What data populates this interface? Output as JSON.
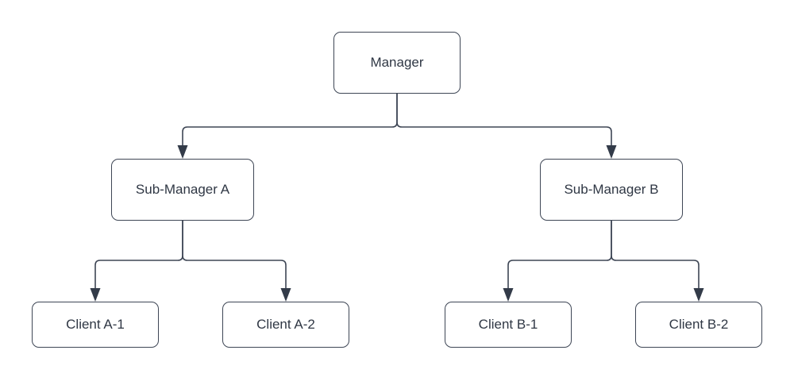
{
  "diagram": {
    "type": "org-chart-tree",
    "colors": {
      "background": "#ffffff",
      "node_fill": "#ffffff",
      "node_border": "#3e4655",
      "edge_stroke": "#3e4655",
      "arrowhead_fill": "#333b49",
      "text": "#2f3744"
    },
    "nodes": {
      "manager": {
        "label": "Manager"
      },
      "sub_a": {
        "label": "Sub-Manager A"
      },
      "sub_b": {
        "label": "Sub-Manager B"
      },
      "client_a1": {
        "label": "Client A-1"
      },
      "client_a2": {
        "label": "Client A-2"
      },
      "client_b1": {
        "label": "Client B-1"
      },
      "client_b2": {
        "label": "Client B-2"
      }
    },
    "edges": [
      {
        "from": "Manager",
        "to": "Sub-Manager A",
        "arrow": "triangle"
      },
      {
        "from": "Manager",
        "to": "Sub-Manager B",
        "arrow": "triangle"
      },
      {
        "from": "Sub-Manager A",
        "to": "Client A-1",
        "arrow": "triangle"
      },
      {
        "from": "Sub-Manager A",
        "to": "Client A-2",
        "arrow": "triangle"
      },
      {
        "from": "Sub-Manager B",
        "to": "Client B-1",
        "arrow": "triangle"
      },
      {
        "from": "Sub-Manager B",
        "to": "Client B-2",
        "arrow": "triangle"
      }
    ]
  }
}
